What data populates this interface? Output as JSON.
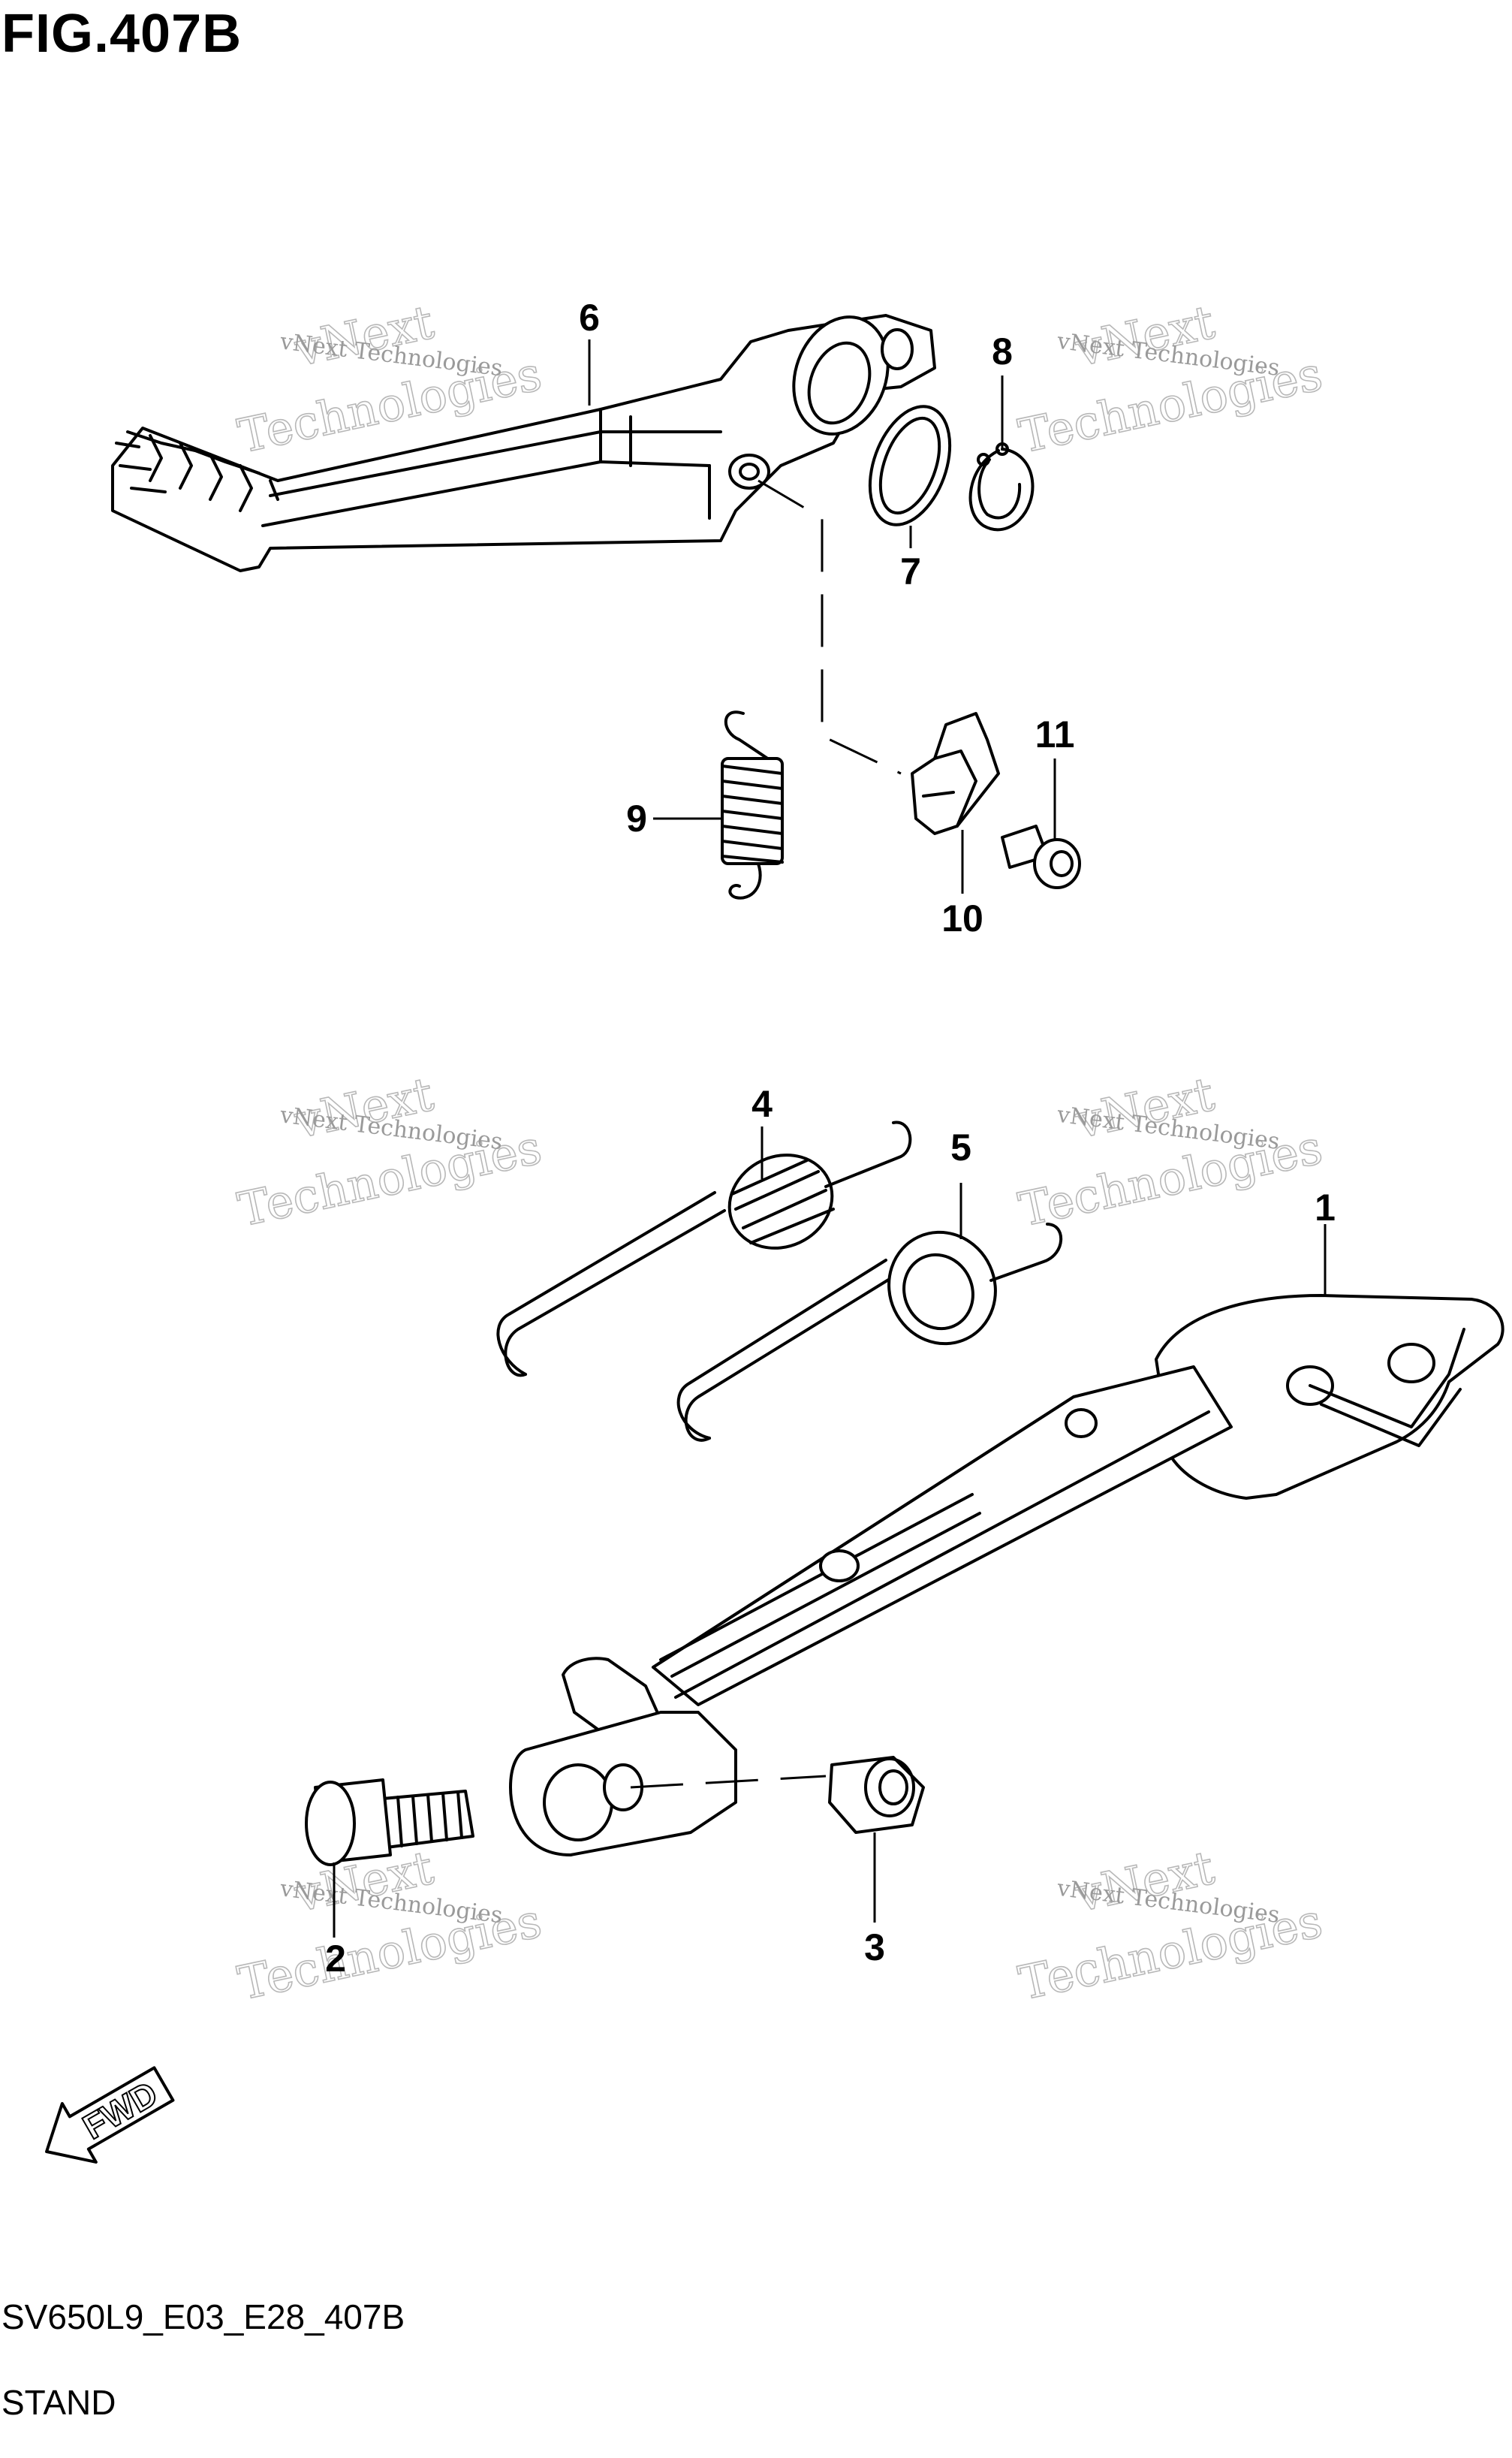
{
  "figure": {
    "title": "FIG.407B",
    "code": "SV650L9_E03_E28_407B",
    "name": "STAND"
  },
  "callouts": [
    "1",
    "2",
    "3",
    "4",
    "5",
    "6",
    "7",
    "8",
    "9",
    "10",
    "11"
  ],
  "watermark": {
    "small": "vNext Technologies",
    "big_line1": "vNext",
    "big_line2": "Technologies"
  },
  "direction": {
    "label": "FWD"
  }
}
